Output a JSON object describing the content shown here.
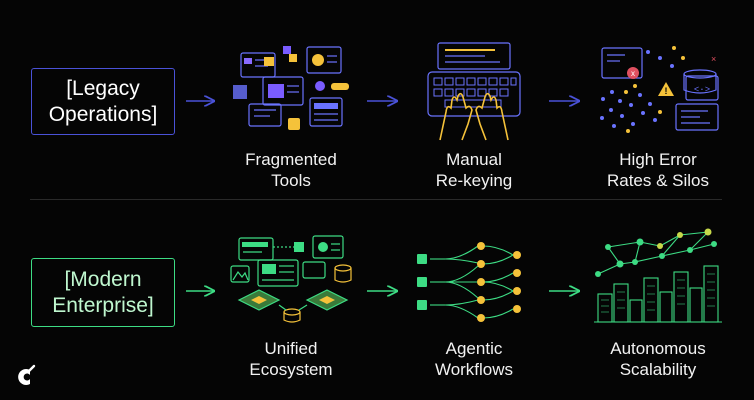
{
  "rows": [
    {
      "label": "[Legacy Operations]",
      "label_lines": [
        "[Legacy",
        "Operations]"
      ],
      "accent": "#4a52d8",
      "steps": [
        {
          "caption": [
            "Fragmented",
            "Tools"
          ],
          "icon": "fragmented-tools-icon"
        },
        {
          "caption": [
            "Manual",
            "Re-keying"
          ],
          "icon": "keyboard-hands-icon"
        },
        {
          "caption": [
            "High Error",
            "Rates & Silos"
          ],
          "icon": "error-silos-icon"
        }
      ]
    },
    {
      "label": "[Modern Enterprise]",
      "label_lines": [
        "[Modern",
        "Enterprise]"
      ],
      "accent": "#3ddc84",
      "steps": [
        {
          "caption": [
            "Unified",
            "Ecosystem"
          ],
          "icon": "unified-ecosystem-icon"
        },
        {
          "caption": [
            "Agentic",
            "Workflows"
          ],
          "icon": "agent-workflow-icon"
        },
        {
          "caption": [
            "Autonomous",
            "Scalability"
          ],
          "icon": "city-network-icon"
        }
      ]
    }
  ],
  "colors": {
    "background": "#050505",
    "legacy_accent": "#4a52d8",
    "modern_accent": "#3ddc84",
    "highlight": "#f5c23a"
  },
  "logo": "c-swoosh-logo"
}
